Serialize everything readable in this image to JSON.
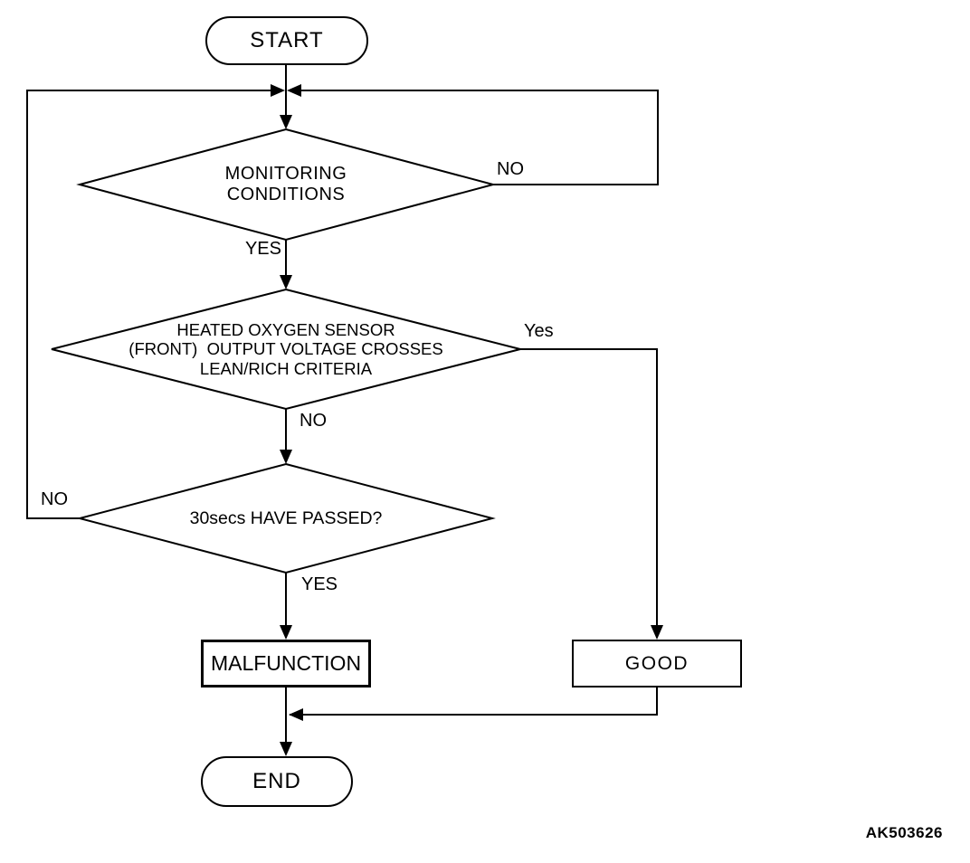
{
  "diagram": {
    "code": "AK503626",
    "nodes": {
      "start": {
        "type": "terminator",
        "label": "START"
      },
      "monitoring": {
        "type": "decision",
        "label": "MONITORING\nCONDITIONS"
      },
      "oxygen": {
        "type": "decision",
        "label": "HEATED OXYGEN SENSOR\n(FRONT)  OUTPUT VOLTAGE CROSSES\nLEAN/RICH CRITERIA"
      },
      "timer": {
        "type": "decision",
        "label": "30secs HAVE PASSED?"
      },
      "malfunction": {
        "type": "process",
        "label": "MALFUNCTION"
      },
      "good": {
        "type": "process",
        "label": "GOOD"
      },
      "end": {
        "type": "terminator",
        "label": "END"
      }
    },
    "edges": [
      {
        "from": "start",
        "to": "monitoring",
        "label": ""
      },
      {
        "from": "monitoring",
        "to": "oxygen",
        "label": "YES"
      },
      {
        "from": "monitoring",
        "to": "entry-junction",
        "label": "NO"
      },
      {
        "from": "oxygen",
        "to": "good",
        "label": "Yes"
      },
      {
        "from": "oxygen",
        "to": "timer",
        "label": "NO"
      },
      {
        "from": "timer",
        "to": "entry-junction",
        "label": "NO"
      },
      {
        "from": "timer",
        "to": "malfunction",
        "label": "YES"
      },
      {
        "from": "malfunction",
        "to": "end",
        "label": ""
      },
      {
        "from": "good",
        "to": "end",
        "label": ""
      }
    ],
    "colors": {
      "stroke": "#000000",
      "background": "#ffffff"
    }
  }
}
